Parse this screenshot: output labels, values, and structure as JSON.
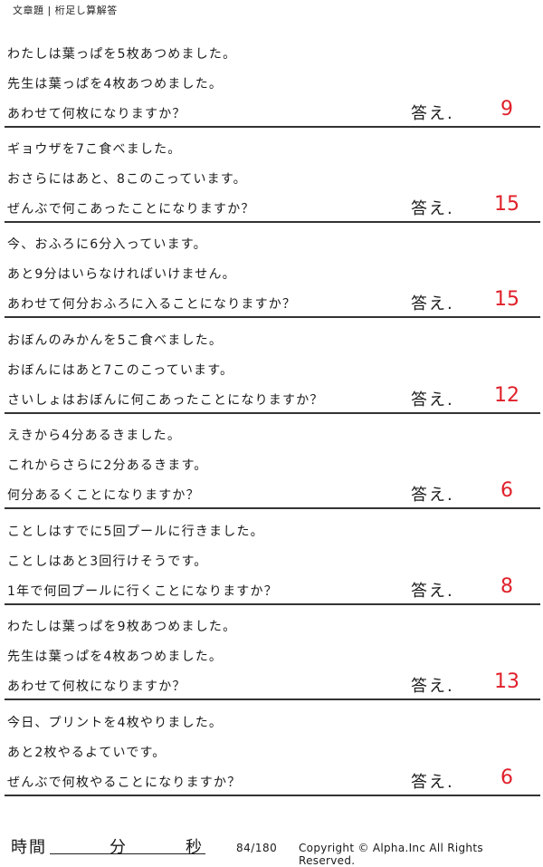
{
  "sheet_title": "文章題 | 桁足し算解答",
  "problems": [
    {
      "line1": "わたしは葉っぱを5枚あつめました。",
      "line2": "先生は葉っぱを4枚あつめました。",
      "line3": "あわせて何枚になりますか？",
      "answer_label": "答え.",
      "answer": "9"
    },
    {
      "line1": "ギョウザを7こ食べました。",
      "line2": "おさらにはあと、8このこっています。",
      "line3": "ぜんぶで何こあったことになりますか？",
      "answer_label": "答え.",
      "answer": "15"
    },
    {
      "line1": "今、おふろに6分入っています。",
      "line2": "あと9分はいらなければいけません。",
      "line3": "あわせて何分おふろに入ることになりますか？",
      "answer_label": "答え.",
      "answer": "15"
    },
    {
      "line1": "おぼんのみかんを5こ食べました。",
      "line2": "おぼんにはあと7このこっています。",
      "line3": "さいしょはおぼんに何こあったことになりますか？",
      "answer_label": "答え.",
      "answer": "12"
    },
    {
      "line1": "えきから4分あるきました。",
      "line2": "これからさらに2分あるきます。",
      "line3": "何分あるくことになりますか？",
      "answer_label": "答え.",
      "answer": "6"
    },
    {
      "line1": "ことしはすでに5回プールに行きました。",
      "line2": "ことしはあと3回行けそうです。",
      "line3": "1年で何回プールに行くことになりますか？",
      "answer_label": "答え.",
      "answer": "8"
    },
    {
      "line1": "わたしは葉っぱを9枚あつめました。",
      "line2": "先生は葉っぱを4枚あつめました。",
      "line3": "あわせて何枚になりますか？",
      "answer_label": "答え.",
      "answer": "13"
    },
    {
      "line1": "今日、プリントを4枚やりました。",
      "line2": "あと2枚やるよていです。",
      "line3": "ぜんぶで何枚やることになりますか？",
      "answer_label": "答え.",
      "answer": "6"
    }
  ],
  "footer": {
    "time_label": "時間",
    "minutes_label": "分",
    "seconds_label": "秒",
    "page_number": "84/180",
    "copyright": "Copyright ©  Alpha.Inc All Rights Reserved."
  },
  "colors": {
    "answer": "#e0202a",
    "text": "#1a1a1a",
    "rule": "#333333"
  }
}
